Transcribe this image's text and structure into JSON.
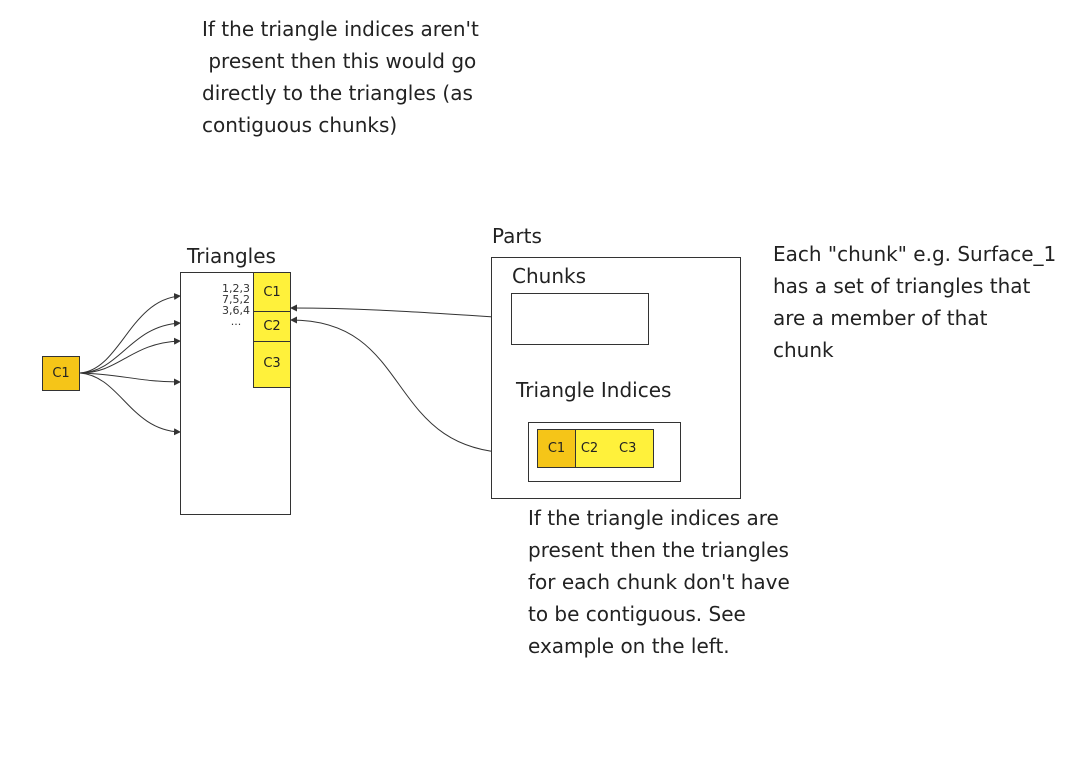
{
  "notes": {
    "top": [
      "If the triangle indices aren't",
      " present then this would go",
      "directly to the triangles (as",
      "contiguous chunks)"
    ],
    "right": [
      "Each \"chunk\" e.g. Surface_1",
      "has a set of triangles that",
      "are a member of that",
      "chunk"
    ],
    "bottom": [
      "If the triangle indices are",
      "present then the triangles",
      "for each chunk don't have",
      "to be contiguous. See",
      "example on the left."
    ]
  },
  "labels": {
    "triangles": "Triangles",
    "parts": "Parts",
    "chunks": "Chunks",
    "triangle_indices": "Triangle Indices"
  },
  "triangle_list": [
    "1,2,3",
    "7,5,2",
    "3,6,4",
    "..."
  ],
  "chunk_cells": {
    "triangles_column": [
      "C1",
      "C2",
      "C3"
    ],
    "indices_row": [
      "C1",
      "C2",
      "C3"
    ],
    "standalone": "C1"
  },
  "colors": {
    "chunk_orange": "#f5c518",
    "chunk_yellow": "#fff13b",
    "line": "#333333"
  }
}
